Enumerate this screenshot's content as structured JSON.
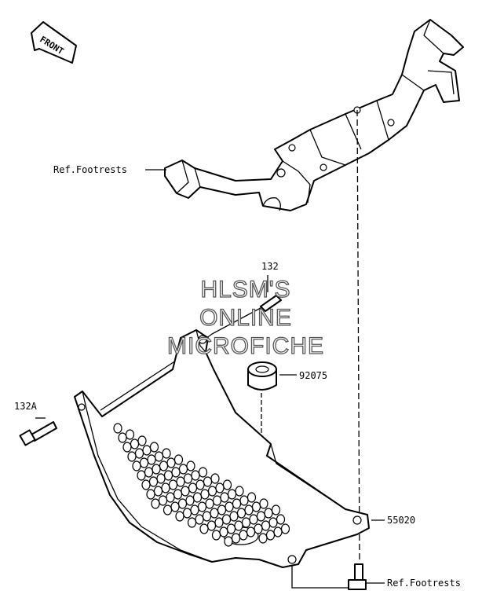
{
  "front_arrow": {
    "label": "FRONT"
  },
  "watermark": {
    "line1": "HLSM'S",
    "line2": "ONLINE",
    "line3": "MICROFICHE"
  },
  "callouts": {
    "ref_footrests_top": "Ref.Footrests",
    "ref_footrests_bottom": "Ref.Footrests",
    "part_132": "132",
    "part_132A": "132A",
    "part_92075": "92075",
    "part_55020": "55020"
  }
}
